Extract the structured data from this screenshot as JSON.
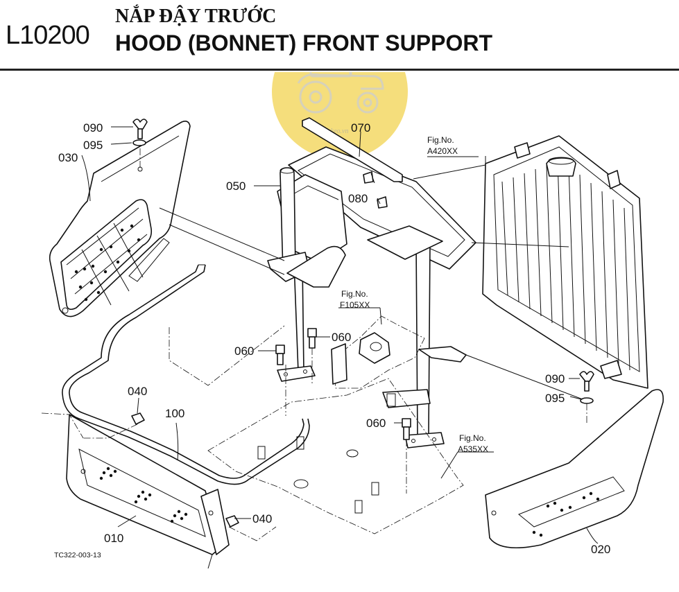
{
  "header": {
    "code": "L10200",
    "title_vi": "NẮP ĐẬY TRƯỚC",
    "title_en": "HOOD (BONNET) FRONT SUPPORT"
  },
  "watermark": {
    "text": "maykeo.vn",
    "color": "#f2d24b"
  },
  "parts": {
    "p010": "010",
    "p020": "020",
    "p030": "030",
    "p040a": "040",
    "p040b": "040",
    "p050": "050",
    "p060a": "060",
    "p060b": "060",
    "p060c": "060",
    "p070": "070",
    "p080": "080",
    "p090a": "090",
    "p090b": "090",
    "p095a": "095",
    "p095b": "095",
    "p100": "100"
  },
  "fig_refs": {
    "a420": {
      "prefix": "Fig.No.",
      "code": "A420XX"
    },
    "f105": {
      "prefix": "Fig.No.",
      "code": "F105XX"
    },
    "a535": {
      "prefix": "Fig.No.",
      "code": "A535XX"
    }
  },
  "drawing_code": "TC322-003-13"
}
